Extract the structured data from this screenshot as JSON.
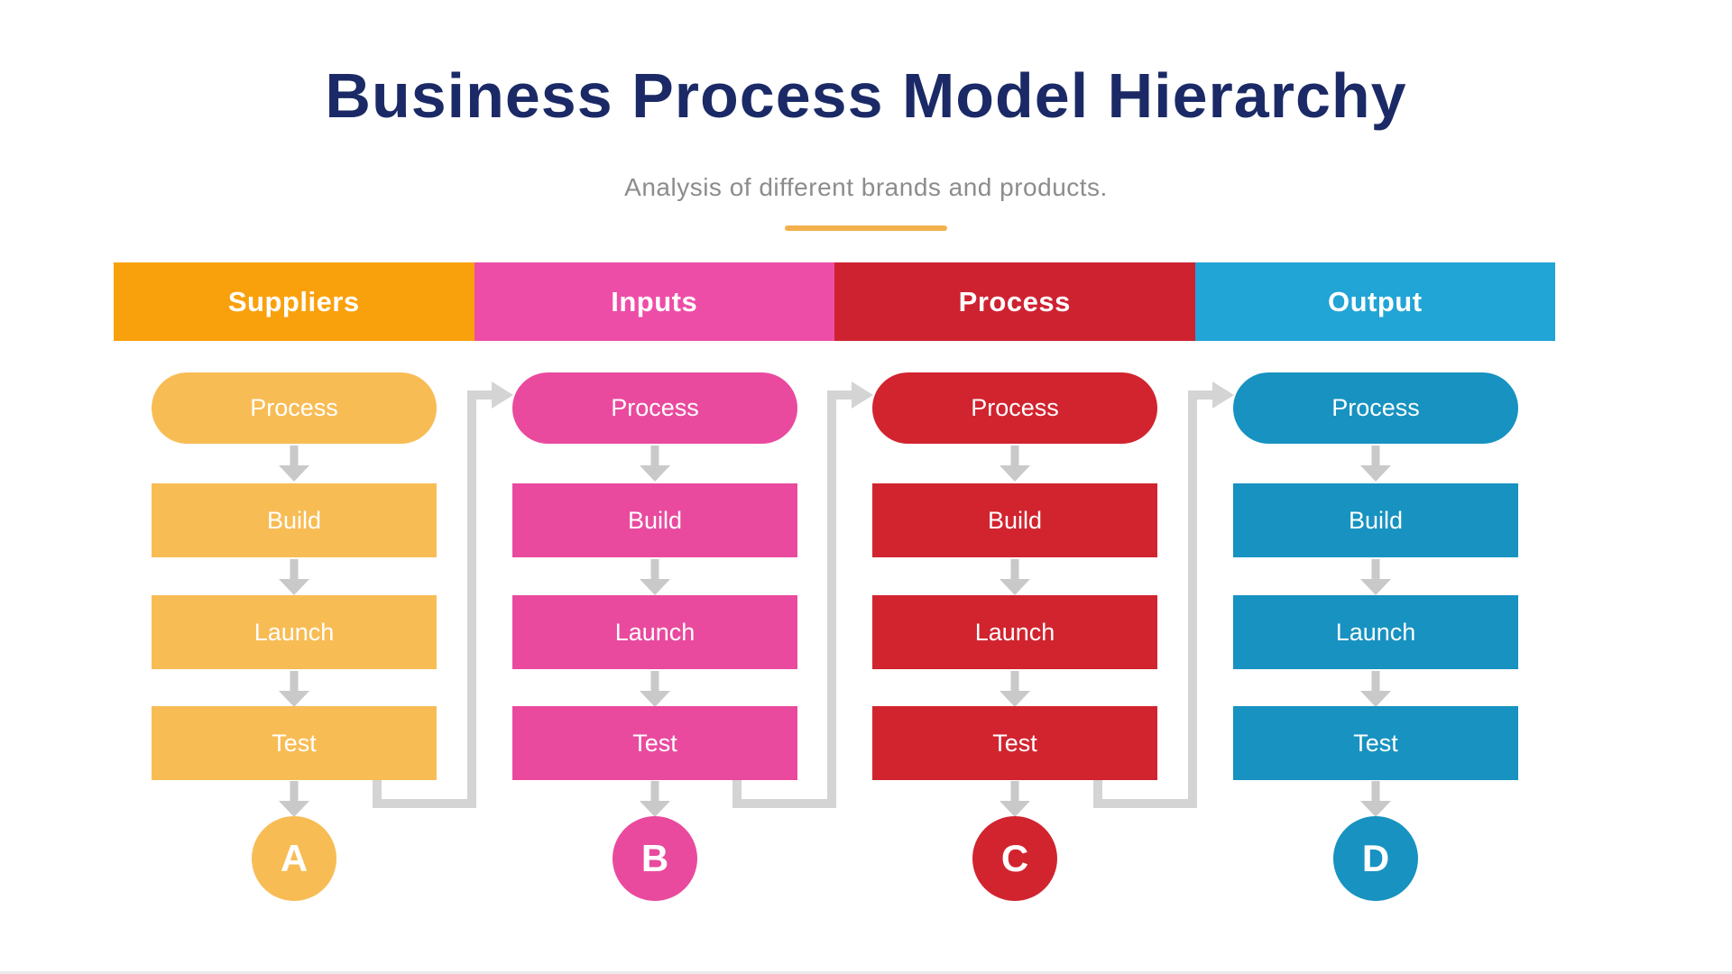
{
  "title": "Business Process Model Hierarchy",
  "subtitle": "Analysis of different brands and products.",
  "colors": {
    "title": "#1b2a66",
    "subtitle": "#8c8c8c",
    "underline": "#f2b14d",
    "connector": "#d4d4d4",
    "flow_arrow": "#c9c9c9",
    "node_text": "#ffffff"
  },
  "columns": [
    {
      "header": "Suppliers",
      "badge": "A",
      "nodes": [
        "Process",
        "Build",
        "Launch",
        "Test"
      ],
      "colors": {
        "header": "#f9a10d",
        "node": "#f8bc55"
      }
    },
    {
      "header": "Inputs",
      "badge": "B",
      "nodes": [
        "Process",
        "Build",
        "Launch",
        "Test"
      ],
      "colors": {
        "header": "#ee4da7",
        "node": "#e94a9e"
      }
    },
    {
      "header": "Process",
      "badge": "C",
      "nodes": [
        "Process",
        "Build",
        "Launch",
        "Test"
      ],
      "colors": {
        "header": "#ce2231",
        "node": "#d1242f"
      }
    },
    {
      "header": "Output",
      "badge": "D",
      "nodes": [
        "Process",
        "Build",
        "Launch",
        "Test"
      ],
      "colors": {
        "header": "#21a4d6",
        "node": "#1792c1"
      }
    }
  ]
}
